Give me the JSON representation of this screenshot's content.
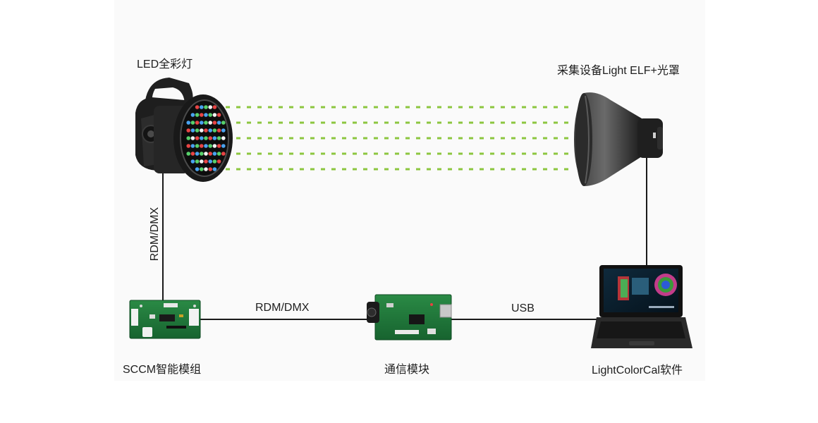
{
  "nodes": {
    "led_light": {
      "label": "LED全彩灯"
    },
    "collector": {
      "label": "采集设备Light ELF+光罩"
    },
    "sccm_module": {
      "label": "SCCM智能模组"
    },
    "comm_module": {
      "label": "通信模块"
    },
    "software": {
      "label": "LightColorCal软件"
    }
  },
  "connections": {
    "led_to_sccm": {
      "label": "RDM/DMX"
    },
    "sccm_to_comm": {
      "label": "RDM/DMX"
    },
    "comm_to_pc": {
      "label": "USB"
    }
  },
  "colors": {
    "beam": "#8cc63f",
    "line": "#1a1a1a",
    "pcb": "#1f7a3a",
    "lamp_body": "#1b1b1b"
  }
}
